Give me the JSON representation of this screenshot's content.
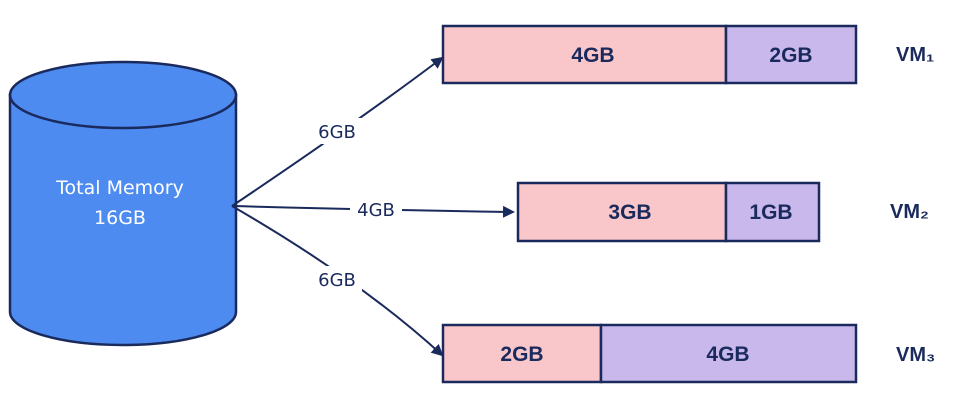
{
  "colors": {
    "cylinder_fill": "#4d8bf0",
    "outline": "#1a2a5c",
    "used_segment": "#f9c6c9",
    "free_segment": "#c9b8ec"
  },
  "storage": {
    "line1": "Total Memory",
    "line2": "16GB"
  },
  "arrows": [
    {
      "label": "6GB"
    },
    {
      "label": "4GB"
    },
    {
      "label": "6GB"
    }
  ],
  "vms": [
    {
      "name": "VM₁",
      "left_label": "4GB",
      "right_label": "2GB"
    },
    {
      "name": "VM₂",
      "left_label": "3GB",
      "right_label": "1GB"
    },
    {
      "name": "VM₃",
      "left_label": "2GB",
      "right_label": "4GB"
    }
  ]
}
